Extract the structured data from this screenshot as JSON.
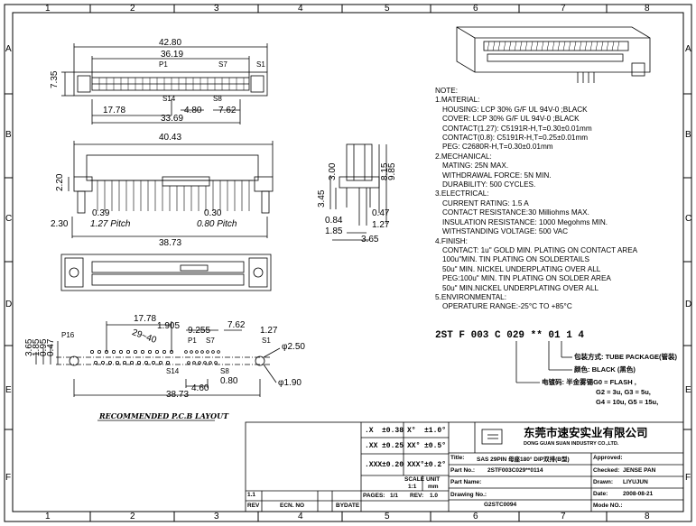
{
  "border": {
    "cols": [
      "1",
      "2",
      "3",
      "4",
      "5",
      "6",
      "7",
      "8"
    ],
    "rows": [
      "A",
      "B",
      "C",
      "D",
      "E",
      "F"
    ]
  },
  "top_view": {
    "width_total": "42.80",
    "width_inner": "36.19",
    "height": "7.35",
    "pin_p1": "P1",
    "pin_s7": "S7",
    "pin_s1": "S1",
    "pin_s14": "S14",
    "pin_s8": "S8",
    "dim_17_78": "17.78",
    "dim_4_80": "4.80",
    "dim_7_62": "7.62",
    "dim_33_69": "33.69"
  },
  "front_view": {
    "width": "40.43",
    "h_2_20": "2.20",
    "d_0_39": "0.39",
    "d_0_30": "0.30",
    "d_2_30": "2.30",
    "pitch_127": "1.27 Pitch",
    "pitch_080": "0.80 Pitch",
    "width_38_73": "38.73"
  },
  "side_view": {
    "d_3_45": "3.45",
    "d_3_00": "3.00",
    "d_8_15": "8.15",
    "d_9_85": "9.85",
    "d_0_47": "0.47",
    "d_0_84": "0.84",
    "d_1_27": "1.27",
    "d_1_85": "1.85",
    "d_3_65": "3.65"
  },
  "pcb_layout": {
    "d_3_65": "3.65",
    "d_1_85": "1.85",
    "d_0_95": "0.95",
    "d_0_47": "0.47",
    "d_17_78": "17.78",
    "d_1_905": "1.905",
    "d_29_40": "29~40",
    "d_9_255": "9.255",
    "d_7_62": "7.62",
    "d_1_27": "1.27",
    "dia_2_50": "φ2.50",
    "p16": "P16",
    "p1": "P1",
    "s7": "S7",
    "s1": "S1",
    "s14": "S14",
    "s8": "S8",
    "d_0_80": "0.80",
    "d_4_60": "4.60",
    "d_38_73": "38.73",
    "dia_1_90": "φ1.90",
    "caption": "RECOMMENDED P.C.B LAYOUT"
  },
  "notes": [
    "NOTE:",
    "1.MATERIAL:",
    "HOUSING: LCP   30% G/F UL 94V-0 ;BLACK",
    "COVER: LCP   30% G/F UL 94V-0 ;BLACK",
    "CONTACT(1.27):   C5191R-H,T=0.30±0.01mm",
    "CONTACT(0.8):   C5191R-H,T=0.25±0.01mm",
    "PEG: C2680R-H,T=0.30±0.01mm",
    "2.MECHANICAL:",
    "MATING: 25N MAX.",
    "WITHDRAWAL FORCE: 5N MIN.",
    "DURABILITY: 500 CYCLES.",
    "3.ELECTRICAL:",
    "CURRENT RATING: 1.5 A",
    "CONTACT RESISTANCE:30 Milliohms MAX.",
    "INSULATION RESISTANCE: 1000 Megohms MIN.",
    "WITHSTANDING VOLTAGE: 500 VAC",
    "4.FINISH:",
    "CONTACT: 1u\" GOLD MIN. PLATING ON CONTACT AREA",
    "100u\"MIN.  TIN PLATING ON SOLDERTAILS",
    "50u\" MIN. NICKEL UNDERPLATING OVER ALL",
    "PEG:100u\" MIN.  TIN PLATING ON SOLDER AREA",
    "50u\" MIN.NICKEL UNDERPLATING OVER ALL",
    "5.ENVIRONMENTAL:",
    "OPERATURE RANGE:-25°C TO +85°C"
  ],
  "part_code": {
    "code": "2ST F 003 C 029 ** 01 1 4",
    "tube": "包装方式: TUBE PACKAGE(管装)",
    "color": "颜色: BLACK (黑色)",
    "plating": "电镀码: 半金雾锡G0 = FLASH ,",
    "plating2": "G2 = 3u,  G3 = 5u,",
    "plating3": "G4 = 10u, G5 = 15u,"
  },
  "title_block": {
    "tol_x": ".X",
    "tol_x_v": "±0.38",
    "tol_xd": "X°",
    "tol_xd_v": "±1.0°",
    "tol_xx": ".XX",
    "tol_xx_v": "±0.25",
    "tol_xxd": "XX°",
    "tol_xxd_v": "±0.5°",
    "tol_xxx": ".XXX",
    "tol_xxx_v": "±0.20",
    "tol_xxxd": "XXX°",
    "tol_xxxd_v": "±0.2°",
    "scale_lbl": "SCALE",
    "scale_val": "1:1",
    "unit_lbl": "UNIT",
    "unit_val": "mm",
    "company_cn": "东莞市速安实业有限公司",
    "company_en": "DONG GUAN SUAN INDUSTRY CO.,LTD.",
    "title_lbl": "Title:",
    "title_val": "SAS 29PIN 母座180° DIP双排(B型)",
    "approved_lbl": "Approved:",
    "part_no_lbl": "Part No.:",
    "part_no_val": "2STF003C029**0114",
    "checked_lbl": "Checked:",
    "checked_val": "JENSE PAN",
    "part_name_lbl": "Part Name:",
    "drawn_lbl": "Drawn:",
    "drawn_val": "LIYUJUN",
    "drawing_no_lbl": "Drawing No.:",
    "drawing_no_val": "G2STC0094",
    "date_lbl": "Date:",
    "date_val": "2008-08-21",
    "pages_lbl": "PAGES:",
    "pages_val": "1/1",
    "rev_lbl": "REV:",
    "rev_val": "1.0",
    "mode_lbl": "Mode NO.:",
    "rev_col_rev": "REV",
    "rev_col_ecn": "ECN. NO",
    "rev_col_by": "BY",
    "rev_col_date": "DATE",
    "rev_row": "1.1"
  }
}
